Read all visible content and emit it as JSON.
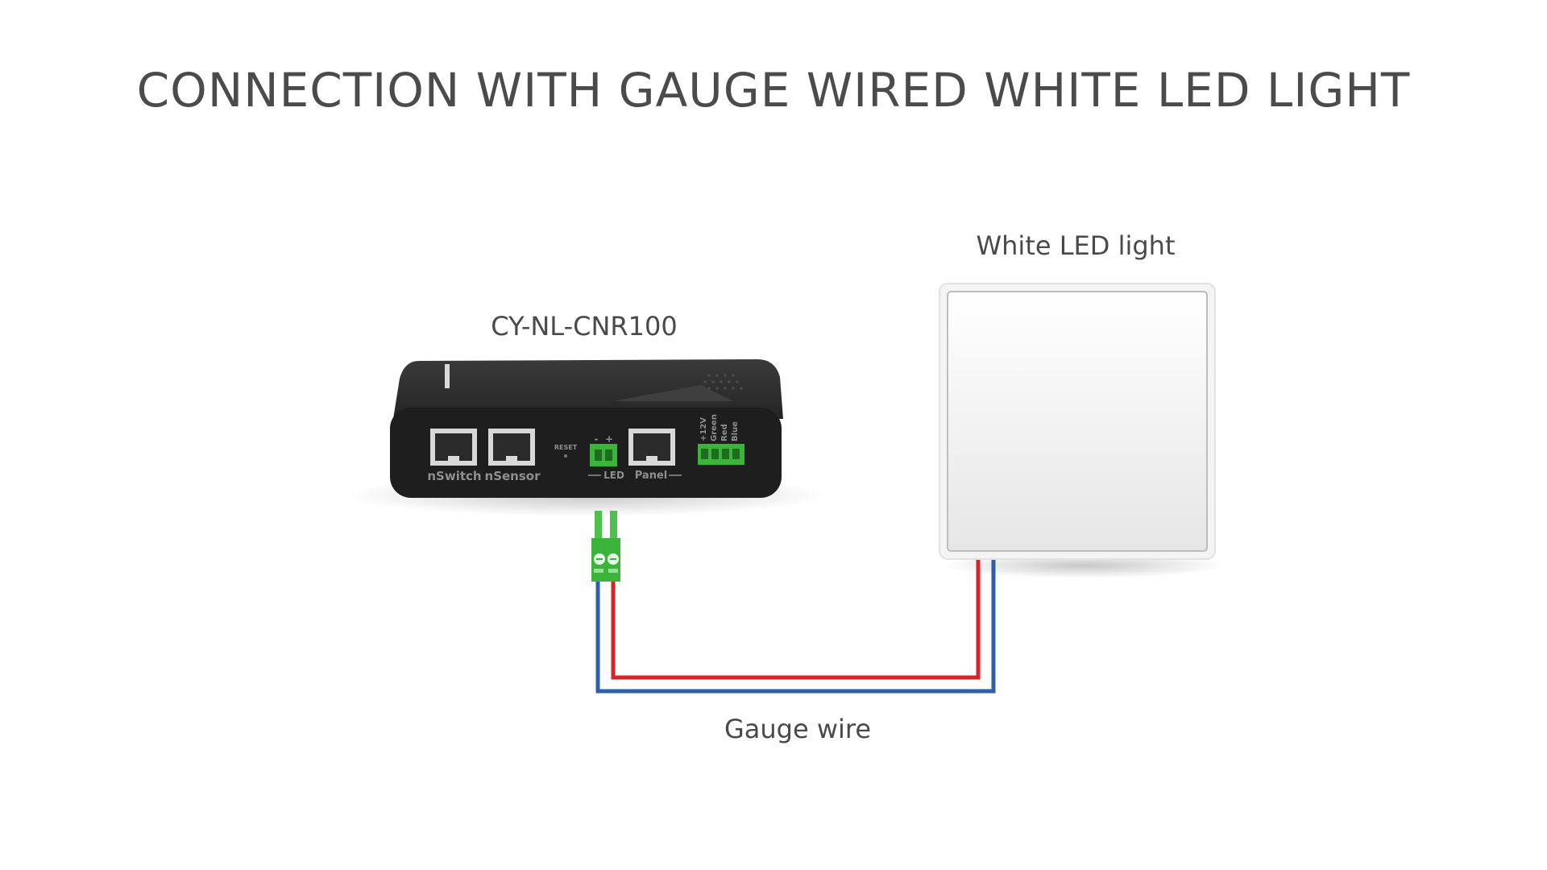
{
  "title": "CONNECTION WITH GAUGE WIRED WHITE LED LIGHT",
  "controller": {
    "name": "CY-NL-CNR100",
    "ports": {
      "nswitch": "nSwitch",
      "nsensor": "nSensor",
      "reset": "RESET",
      "led_minus": "-",
      "led_plus": "+",
      "led": "LED",
      "panel": "Panel",
      "rgb_12v": "+12V",
      "rgb_green": "Green",
      "rgb_red": "Red",
      "rgb_blue": "Blue"
    }
  },
  "light": {
    "name": "White LED light"
  },
  "wire": {
    "label": "Gauge wire"
  },
  "colors": {
    "wire_red": "#d8232a",
    "wire_blue": "#2f5ea8",
    "terminal_green": "#3cb43c",
    "controller_body": "#222222"
  }
}
